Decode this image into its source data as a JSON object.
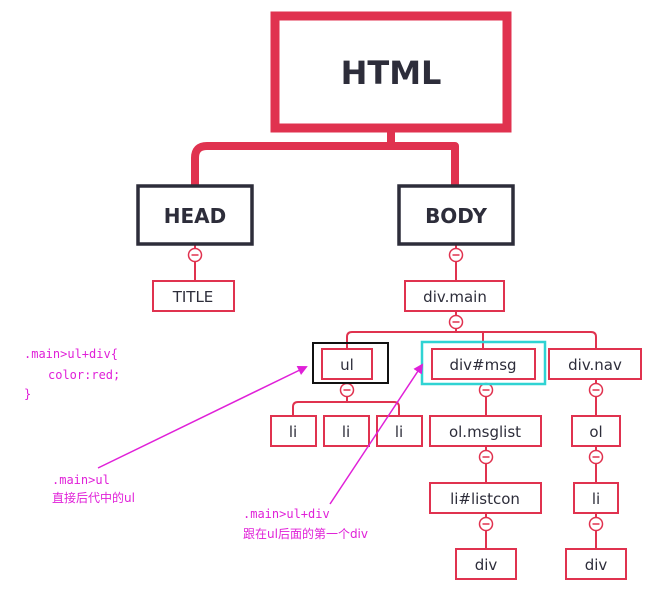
{
  "colors": {
    "tree_red": "#e0324f",
    "dark": "#2d2d3a",
    "highlight_black": "#111111",
    "highlight_cyan": "#2fd3d3",
    "annotation": "#e020d8"
  },
  "nodes": {
    "html": "HTML",
    "head": "HEAD",
    "body": "BODY",
    "title": "TITLE",
    "div_main": "div.main",
    "ul": "ul",
    "div_msg": "div#msg",
    "div_nav": "div.nav",
    "li_1": "li",
    "li_2": "li",
    "li_3": "li",
    "ol_msglist": "ol.msglist",
    "li_listcon": "li#listcon",
    "div_leaf_1": "div",
    "ol": "ol",
    "li_nav": "li",
    "div_leaf_2": "div"
  },
  "code_block": {
    "line1": ".main>ul+div{",
    "line2": "color:red;",
    "line3": "}"
  },
  "note_ul": {
    "selector": ".main>ul",
    "desc": "直接后代中的ul"
  },
  "note_div": {
    "selector": ".main>ul+div",
    "desc": "跟在ul后面的第一个div"
  }
}
